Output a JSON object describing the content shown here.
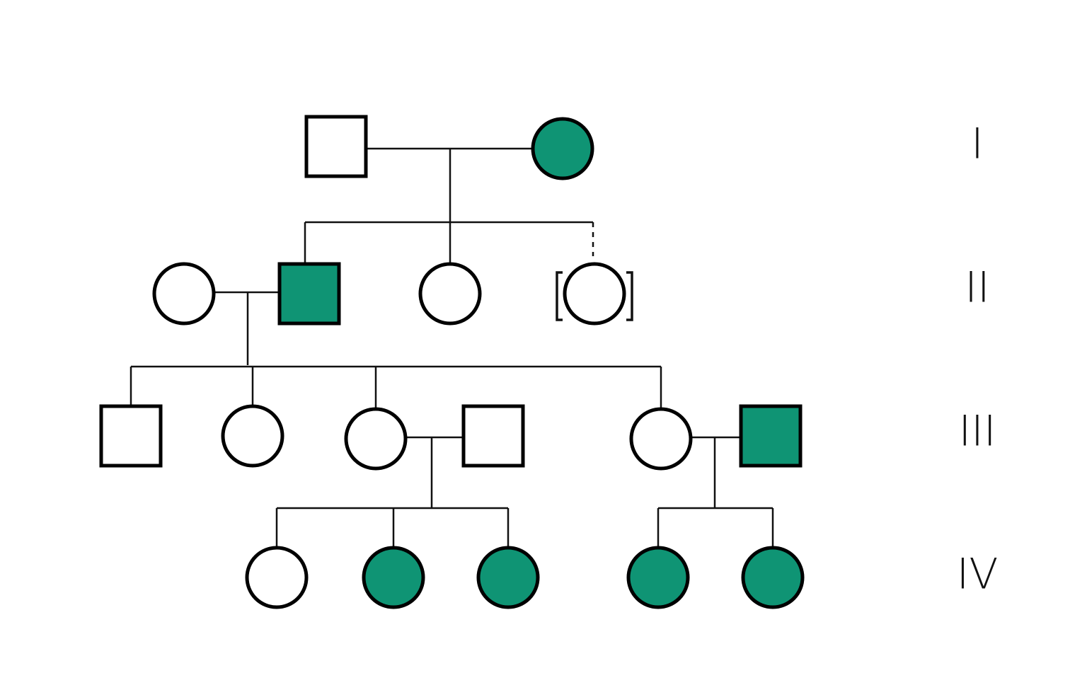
{
  "colors": {
    "affected": "#0f9474",
    "unaffected": "#ffffff",
    "stroke": "#000000"
  },
  "generations": [
    {
      "label": "I"
    },
    {
      "label": "II"
    },
    {
      "label": "III"
    },
    {
      "label": "IV"
    }
  ],
  "individuals": [
    {
      "id": "I-1",
      "sex": "male",
      "affected": false
    },
    {
      "id": "I-2",
      "sex": "female",
      "affected": true
    },
    {
      "id": "II-0",
      "sex": "female",
      "affected": false
    },
    {
      "id": "II-1",
      "sex": "male",
      "affected": true
    },
    {
      "id": "II-2",
      "sex": "female",
      "affected": false
    },
    {
      "id": "II-3",
      "sex": "female",
      "affected": false,
      "adopted": true
    },
    {
      "id": "III-1",
      "sex": "male",
      "affected": false
    },
    {
      "id": "III-2",
      "sex": "female",
      "affected": false
    },
    {
      "id": "III-3",
      "sex": "female",
      "affected": false
    },
    {
      "id": "III-3s",
      "sex": "male",
      "affected": false
    },
    {
      "id": "III-4",
      "sex": "female",
      "affected": false
    },
    {
      "id": "III-4s",
      "sex": "male",
      "affected": true
    },
    {
      "id": "IV-1",
      "sex": "female",
      "affected": false
    },
    {
      "id": "IV-2",
      "sex": "female",
      "affected": true
    },
    {
      "id": "IV-3",
      "sex": "female",
      "affected": true
    },
    {
      "id": "IV-4",
      "sex": "female",
      "affected": true
    },
    {
      "id": "IV-5",
      "sex": "female",
      "affected": true
    }
  ]
}
